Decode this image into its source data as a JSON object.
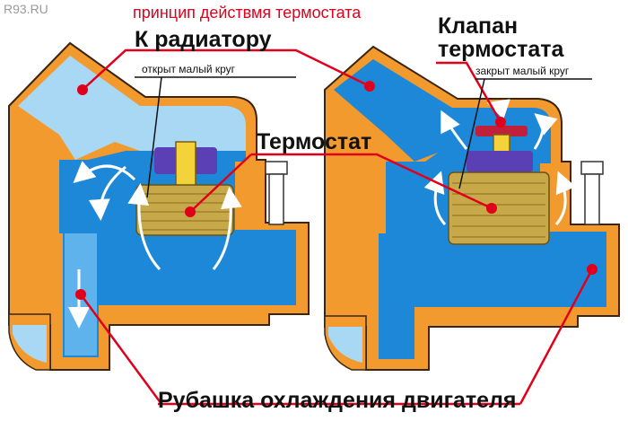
{
  "watermark": "R93.RU",
  "title": "принцип действмя термостата",
  "labels": {
    "to_radiator": "К радиатору",
    "valve_line1": "Клапан",
    "valve_line2": "термостата",
    "thermostat": "Термостат",
    "jacket": "Рубашка охлаждения двигателя",
    "open_small_circle": "открыт малый круг",
    "closed_small_circle": "закрыт малый круг"
  },
  "colors": {
    "housing": "#f29a2e",
    "housing_outline": "#3a2510",
    "coolant_dark": "#1e88d8",
    "coolant_light": "#a9d8f5",
    "pointer": "#e0001b",
    "thermostat_body": "#c7a94a",
    "thermostat_cap": "#5b3fb5"
  },
  "icons": [
    "flow-arrow-icon",
    "pointer-dot-icon",
    "bolt-icon"
  ]
}
